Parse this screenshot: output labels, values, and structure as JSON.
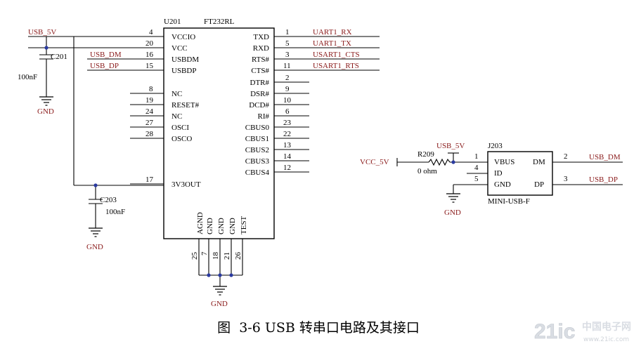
{
  "u201": {
    "ref": "U201",
    "part": "FT232RL",
    "left_pins": [
      {
        "num": "4",
        "name": "VCCIO"
      },
      {
        "num": "20",
        "name": "VCC"
      },
      {
        "num": "16",
        "name": "USBDM"
      },
      {
        "num": "15",
        "name": "USBDP"
      },
      {
        "num": "8",
        "name": "NC"
      },
      {
        "num": "19",
        "name": "RESET#"
      },
      {
        "num": "24",
        "name": "NC"
      },
      {
        "num": "27",
        "name": "OSCI"
      },
      {
        "num": "28",
        "name": "OSCO"
      },
      {
        "num": "17",
        "name": "3V3OUT"
      }
    ],
    "right_pins": [
      {
        "num": "1",
        "name": "TXD"
      },
      {
        "num": "5",
        "name": "RXD"
      },
      {
        "num": "3",
        "name": "RTS#"
      },
      {
        "num": "11",
        "name": "CTS#"
      },
      {
        "num": "2",
        "name": "DTR#"
      },
      {
        "num": "9",
        "name": "DSR#"
      },
      {
        "num": "10",
        "name": "DCD#"
      },
      {
        "num": "6",
        "name": "RI#"
      },
      {
        "num": "23",
        "name": "CBUS0"
      },
      {
        "num": "22",
        "name": "CBUS1"
      },
      {
        "num": "13",
        "name": "CBUS2"
      },
      {
        "num": "14",
        "name": "CBUS3"
      },
      {
        "num": "12",
        "name": "CBUS4"
      }
    ],
    "bottom_pins": [
      {
        "num": "25",
        "name": "AGND"
      },
      {
        "num": "7",
        "name": "GND"
      },
      {
        "num": "18",
        "name": "GND"
      },
      {
        "num": "21",
        "name": "GND"
      },
      {
        "num": "26",
        "name": "TEST"
      }
    ]
  },
  "nets": {
    "usb5v_left": "USB_5V",
    "usbdm_left": "USB_DM",
    "usbdp_left": "USB_DP",
    "uart_rx": "UART1_RX",
    "uart_tx": "UART1_TX",
    "uart_cts": "USART1_CTS",
    "uart_rts": "USART1_RTS",
    "usb5v_right": "USB_5V",
    "vcc5v": "VCC_5V",
    "usbdm_right": "USB_DM",
    "usbdp_right": "USB_DP"
  },
  "c201": {
    "ref": "C201",
    "value": "100nF"
  },
  "c203": {
    "ref": "C203",
    "value": "100nF"
  },
  "r209": {
    "ref": "R209",
    "value": "0 ohm"
  },
  "j203": {
    "ref": "J203",
    "part": "MINI-USB-F",
    "left_pins": [
      {
        "num": "1",
        "name": "VBUS"
      },
      {
        "num": "4",
        "name": "ID"
      },
      {
        "num": "5",
        "name": "GND"
      }
    ],
    "right_pins": [
      {
        "num": "2",
        "name": "DM"
      },
      {
        "num": "3",
        "name": "DP"
      }
    ]
  },
  "gnd_label": "GND",
  "caption": {
    "fig": "图",
    "num": "3-6",
    "text": "USB 转串口电路及其接口"
  },
  "watermark": {
    "site": "21ic",
    "cn": "中国电子网",
    "url": "www.21ic.com"
  }
}
